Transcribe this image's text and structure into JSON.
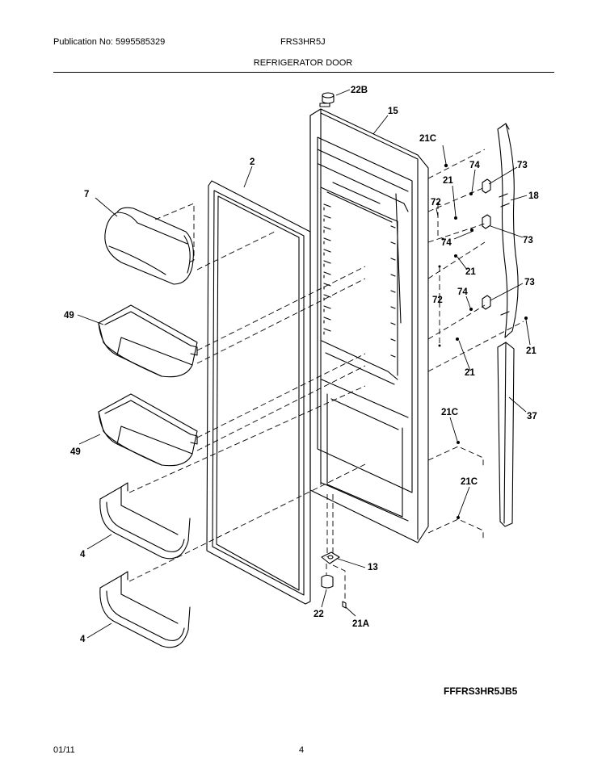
{
  "header": {
    "publication": "Publication No: 5995585329",
    "model": "FRS3HR5J",
    "title": "REFRIGERATOR DOOR"
  },
  "callouts": {
    "c22B": "22B",
    "c15": "15",
    "c2": "2",
    "c7": "7",
    "c21C_top": "21C",
    "c74_a": "74",
    "c73_a": "73",
    "c21_a": "21",
    "c18": "18",
    "c72_a": "72",
    "c74_b": "74",
    "c73_b": "73",
    "c21_b": "21",
    "c74_c": "74",
    "c73_c": "73",
    "c72_b": "72",
    "c49_a": "49",
    "c21_c": "21",
    "c21_d": "21",
    "c49_b": "49",
    "c21C_mid": "21C",
    "c37": "37",
    "c21C_low": "21C",
    "c4_a": "4",
    "c13": "13",
    "c4_b": "4",
    "c22": "22",
    "c21A": "21A"
  },
  "footer": {
    "code": "FFFRS3HR5JB5",
    "date": "01/11",
    "page": "4"
  }
}
